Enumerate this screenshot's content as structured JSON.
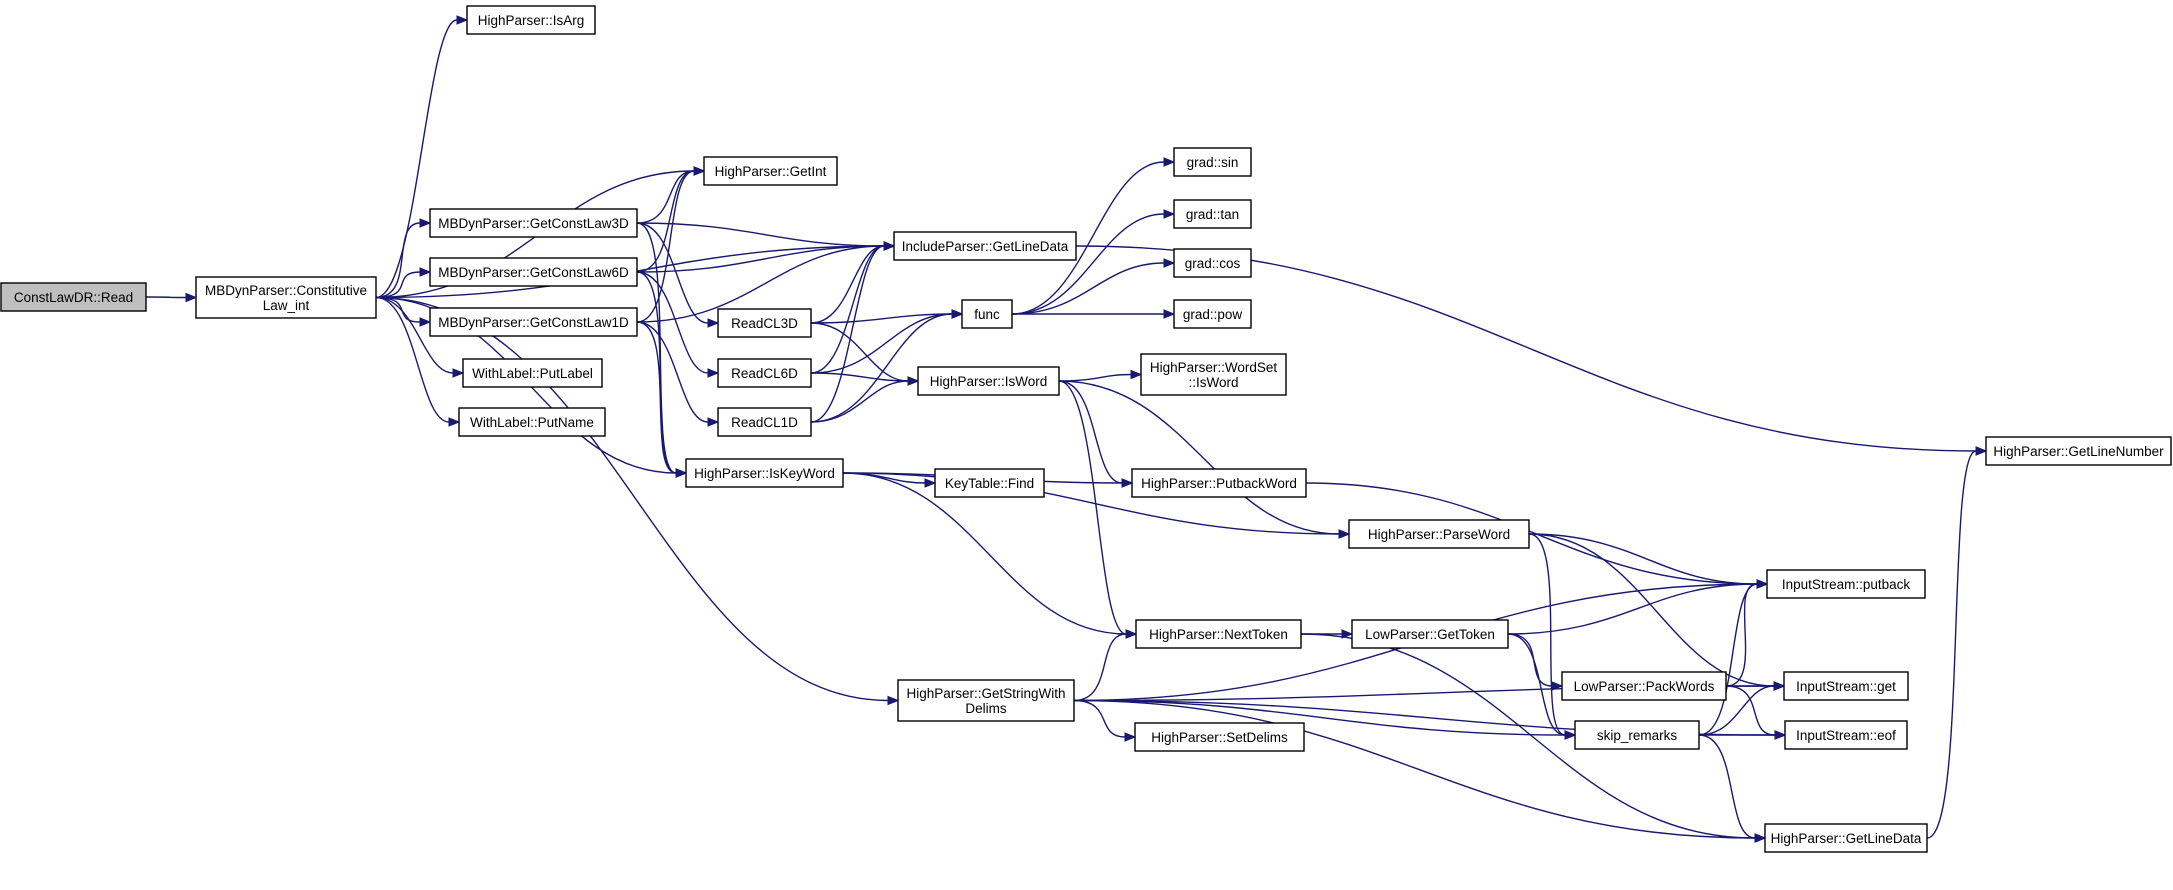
{
  "graph": {
    "colors": {
      "edge": "#191970",
      "node_border": "#000000",
      "node_fill": "#ffffff",
      "root_fill": "#bfbfbf"
    },
    "nodes": [
      {
        "id": "read",
        "label": [
          "ConstLawDR::Read"
        ],
        "root": true
      },
      {
        "id": "constlaw",
        "label": [
          "MBDynParser::Constitutive",
          "Law_int"
        ]
      },
      {
        "id": "isarg",
        "label": [
          "HighParser::IsArg"
        ]
      },
      {
        "id": "getint",
        "label": [
          "HighParser::GetInt"
        ]
      },
      {
        "id": "gcl3",
        "label": [
          "MBDynParser::GetConstLaw3D"
        ]
      },
      {
        "id": "gcl6",
        "label": [
          "MBDynParser::GetConstLaw6D"
        ]
      },
      {
        "id": "gcl1",
        "label": [
          "MBDynParser::GetConstLaw1D"
        ]
      },
      {
        "id": "putlabel",
        "label": [
          "WithLabel::PutLabel"
        ]
      },
      {
        "id": "putname",
        "label": [
          "WithLabel::PutName"
        ]
      },
      {
        "id": "incgld",
        "label": [
          "IncludeParser::GetLineData"
        ]
      },
      {
        "id": "rcl3",
        "label": [
          "ReadCL3D"
        ]
      },
      {
        "id": "rcl6",
        "label": [
          "ReadCL6D"
        ]
      },
      {
        "id": "rcl1",
        "label": [
          "ReadCL1D"
        ]
      },
      {
        "id": "iskw",
        "label": [
          "HighParser::IsKeyWord"
        ]
      },
      {
        "id": "func",
        "label": [
          "func"
        ]
      },
      {
        "id": "isword",
        "label": [
          "HighParser::IsWord"
        ]
      },
      {
        "id": "gsin",
        "label": [
          "grad::sin"
        ]
      },
      {
        "id": "gtan",
        "label": [
          "grad::tan"
        ]
      },
      {
        "id": "gcos",
        "label": [
          "grad::cos"
        ]
      },
      {
        "id": "gpow",
        "label": [
          "grad::pow"
        ]
      },
      {
        "id": "wsisword",
        "label": [
          "HighParser::WordSet",
          "::IsWord"
        ]
      },
      {
        "id": "ktfind",
        "label": [
          "KeyTable::Find"
        ]
      },
      {
        "id": "pbword",
        "label": [
          "HighParser::PutbackWord"
        ]
      },
      {
        "id": "parseword",
        "label": [
          "HighParser::ParseWord"
        ]
      },
      {
        "id": "nexttoken",
        "label": [
          "HighParser::NextToken"
        ]
      },
      {
        "id": "gettoken",
        "label": [
          "LowParser::GetToken"
        ]
      },
      {
        "id": "packwords",
        "label": [
          "LowParser::PackWords"
        ]
      },
      {
        "id": "skip",
        "label": [
          "skip_remarks"
        ]
      },
      {
        "id": "gswd",
        "label": [
          "HighParser::GetStringWith",
          "Delims"
        ]
      },
      {
        "id": "setdelims",
        "label": [
          "HighParser::SetDelims"
        ]
      },
      {
        "id": "putback",
        "label": [
          "InputStream::putback"
        ]
      },
      {
        "id": "isget",
        "label": [
          "InputStream::get"
        ]
      },
      {
        "id": "iseof",
        "label": [
          "InputStream::eof"
        ]
      },
      {
        "id": "hpgld",
        "label": [
          "HighParser::GetLineData"
        ]
      },
      {
        "id": "getlinenumber",
        "label": [
          "HighParser::GetLineNumber"
        ]
      }
    ],
    "edges": [
      {
        "from": "read",
        "to": "constlaw"
      },
      {
        "from": "constlaw",
        "to": "isarg"
      },
      {
        "from": "constlaw",
        "to": "getint"
      },
      {
        "from": "constlaw",
        "to": "gcl3"
      },
      {
        "from": "constlaw",
        "to": "gcl6"
      },
      {
        "from": "constlaw",
        "to": "gcl1"
      },
      {
        "from": "constlaw",
        "to": "putlabel"
      },
      {
        "from": "constlaw",
        "to": "putname"
      },
      {
        "from": "constlaw",
        "to": "incgld"
      },
      {
        "from": "constlaw",
        "to": "iskw"
      },
      {
        "from": "constlaw",
        "to": "gswd"
      },
      {
        "from": "gcl3",
        "to": "getint"
      },
      {
        "from": "gcl3",
        "to": "incgld"
      },
      {
        "from": "gcl3",
        "to": "rcl3"
      },
      {
        "from": "gcl3",
        "to": "iskw"
      },
      {
        "from": "gcl6",
        "to": "getint"
      },
      {
        "from": "gcl6",
        "to": "incgld"
      },
      {
        "from": "gcl6",
        "to": "rcl6"
      },
      {
        "from": "gcl6",
        "to": "iskw"
      },
      {
        "from": "gcl1",
        "to": "getint"
      },
      {
        "from": "gcl1",
        "to": "incgld"
      },
      {
        "from": "gcl1",
        "to": "rcl1"
      },
      {
        "from": "gcl1",
        "to": "iskw"
      },
      {
        "from": "incgld",
        "to": "getlinenumber"
      },
      {
        "from": "rcl3",
        "to": "incgld"
      },
      {
        "from": "rcl3",
        "to": "func"
      },
      {
        "from": "rcl3",
        "to": "isword"
      },
      {
        "from": "rcl6",
        "to": "incgld"
      },
      {
        "from": "rcl6",
        "to": "func"
      },
      {
        "from": "rcl6",
        "to": "isword"
      },
      {
        "from": "rcl1",
        "to": "incgld"
      },
      {
        "from": "rcl1",
        "to": "func"
      },
      {
        "from": "rcl1",
        "to": "isword"
      },
      {
        "from": "func",
        "to": "gsin"
      },
      {
        "from": "func",
        "to": "gtan"
      },
      {
        "from": "func",
        "to": "gcos"
      },
      {
        "from": "func",
        "to": "gpow"
      },
      {
        "from": "isword",
        "to": "wsisword"
      },
      {
        "from": "isword",
        "to": "pbword"
      },
      {
        "from": "isword",
        "to": "parseword"
      },
      {
        "from": "isword",
        "to": "nexttoken"
      },
      {
        "from": "iskw",
        "to": "ktfind"
      },
      {
        "from": "iskw",
        "to": "pbword"
      },
      {
        "from": "iskw",
        "to": "parseword"
      },
      {
        "from": "iskw",
        "to": "nexttoken"
      },
      {
        "from": "pbword",
        "to": "putback"
      },
      {
        "from": "parseword",
        "to": "putback"
      },
      {
        "from": "parseword",
        "to": "isget"
      },
      {
        "from": "parseword",
        "to": "skip"
      },
      {
        "from": "nexttoken",
        "to": "gettoken"
      },
      {
        "from": "nexttoken",
        "to": "hpgld"
      },
      {
        "from": "gettoken",
        "to": "putback"
      },
      {
        "from": "gettoken",
        "to": "packwords"
      },
      {
        "from": "gettoken",
        "to": "skip"
      },
      {
        "from": "packwords",
        "to": "putback"
      },
      {
        "from": "packwords",
        "to": "isget"
      },
      {
        "from": "packwords",
        "to": "iseof"
      },
      {
        "from": "skip",
        "to": "isget"
      },
      {
        "from": "skip",
        "to": "iseof"
      },
      {
        "from": "skip",
        "to": "putback"
      },
      {
        "from": "skip",
        "to": "hpgld"
      },
      {
        "from": "gswd",
        "to": "nexttoken"
      },
      {
        "from": "gswd",
        "to": "setdelims"
      },
      {
        "from": "gswd",
        "to": "skip"
      },
      {
        "from": "gswd",
        "to": "putback"
      },
      {
        "from": "gswd",
        "to": "isget"
      },
      {
        "from": "gswd",
        "to": "iseof"
      },
      {
        "from": "gswd",
        "to": "hpgld"
      },
      {
        "from": "hpgld",
        "to": "getlinenumber"
      }
    ]
  }
}
